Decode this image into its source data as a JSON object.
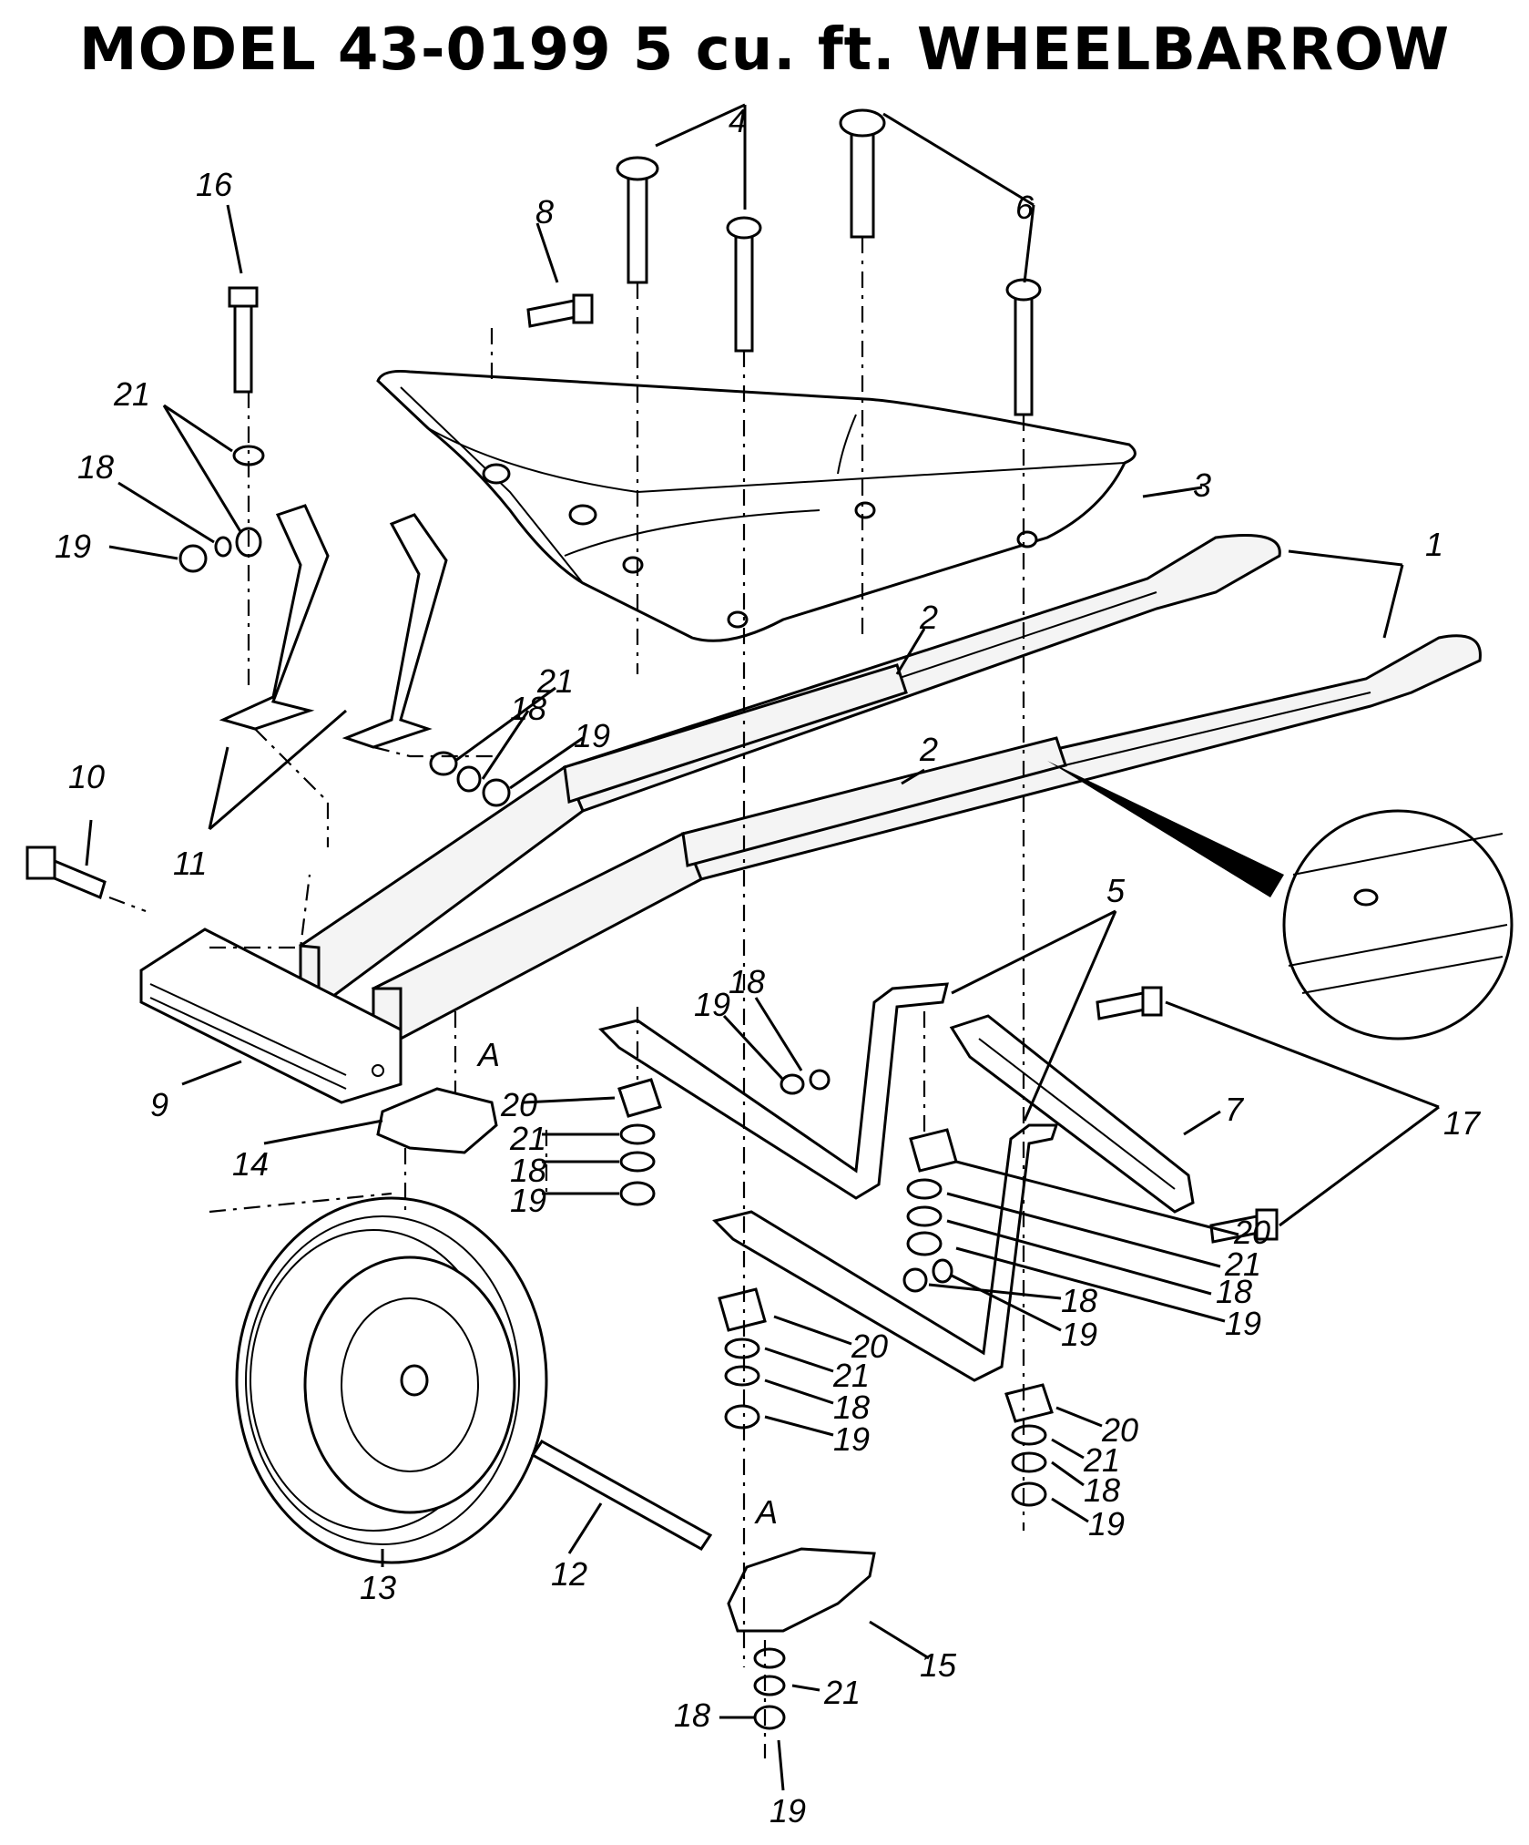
{
  "title": "MODEL 43-0199 5 cu. ft. WHEELBARROW",
  "labels": {
    "l1": "1",
    "l2a": "2",
    "l2b": "2",
    "l3": "3",
    "l4": "4",
    "l5": "5",
    "l6": "6",
    "l7": "7",
    "l8": "8",
    "l9": "9",
    "l10": "10",
    "l11": "11",
    "l12": "12",
    "l13": "13",
    "l14": "14",
    "l15": "15",
    "l16": "16",
    "l17": "17",
    "l21a": "21",
    "l18a": "18",
    "l19a": "19",
    "l21b": "21",
    "l18b": "18",
    "l19b": "19",
    "lAa": "A",
    "lAb": "A",
    "l20a": "20",
    "l21c": "21",
    "l18c": "18",
    "l19c": "19",
    "l19d": "19",
    "l18d": "18",
    "l20b": "20",
    "l21d": "21",
    "l18e": "18",
    "l19e": "19",
    "l18f": "18",
    "l19f": "19",
    "l20c": "20",
    "l21e": "21",
    "l18g": "18",
    "l19g": "19",
    "l20d": "20",
    "l21f": "21",
    "l18h": "18",
    "l19h": "19",
    "l18i": "18",
    "l21g": "21",
    "l19i": "19"
  }
}
